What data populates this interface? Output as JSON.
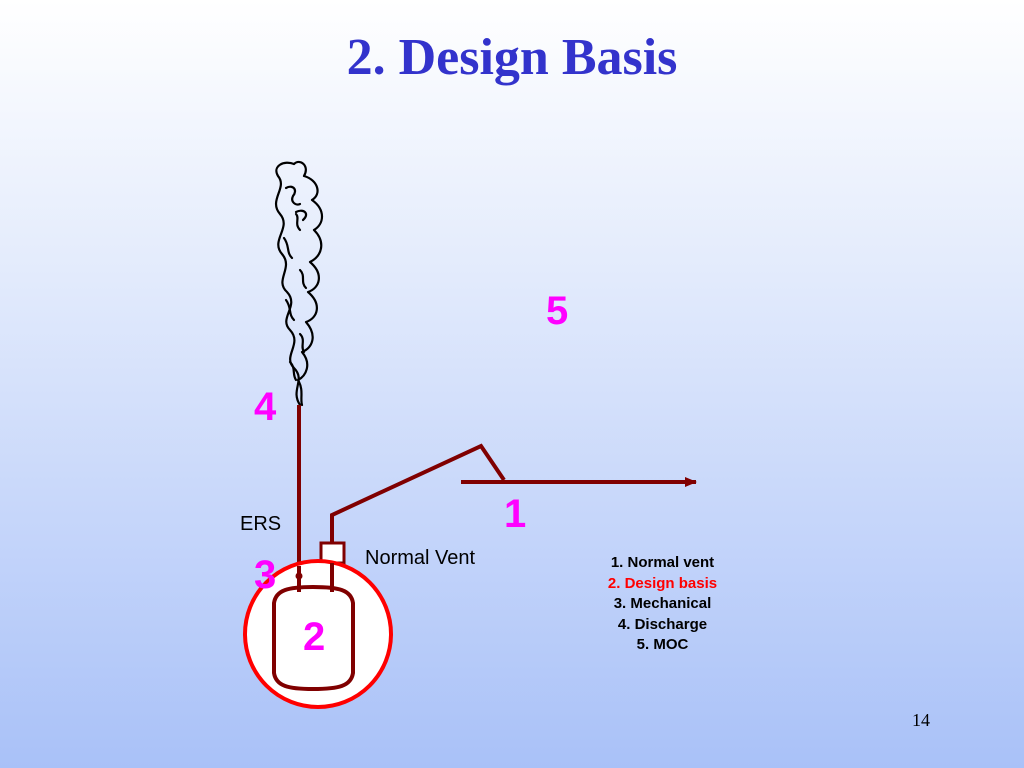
{
  "slide": {
    "title": "2. Design Basis",
    "page_number": "14"
  },
  "colors": {
    "title": "#3333cc",
    "pipe": "#800000",
    "highlight_circle": "#ff0000",
    "marker_numbers": "#ff00ff",
    "active_topic": "#ff0000",
    "plume": "#000000"
  },
  "diagram": {
    "markers": [
      "1",
      "2",
      "3",
      "4",
      "5"
    ],
    "labels": {
      "ers": "ERS",
      "normal_vent": "Normal Vent"
    }
  },
  "topics": {
    "active_index": 1,
    "items": [
      "1. Normal vent",
      "2. Design basis",
      "3. Mechanical",
      "4. Discharge",
      "5. MOC"
    ]
  }
}
